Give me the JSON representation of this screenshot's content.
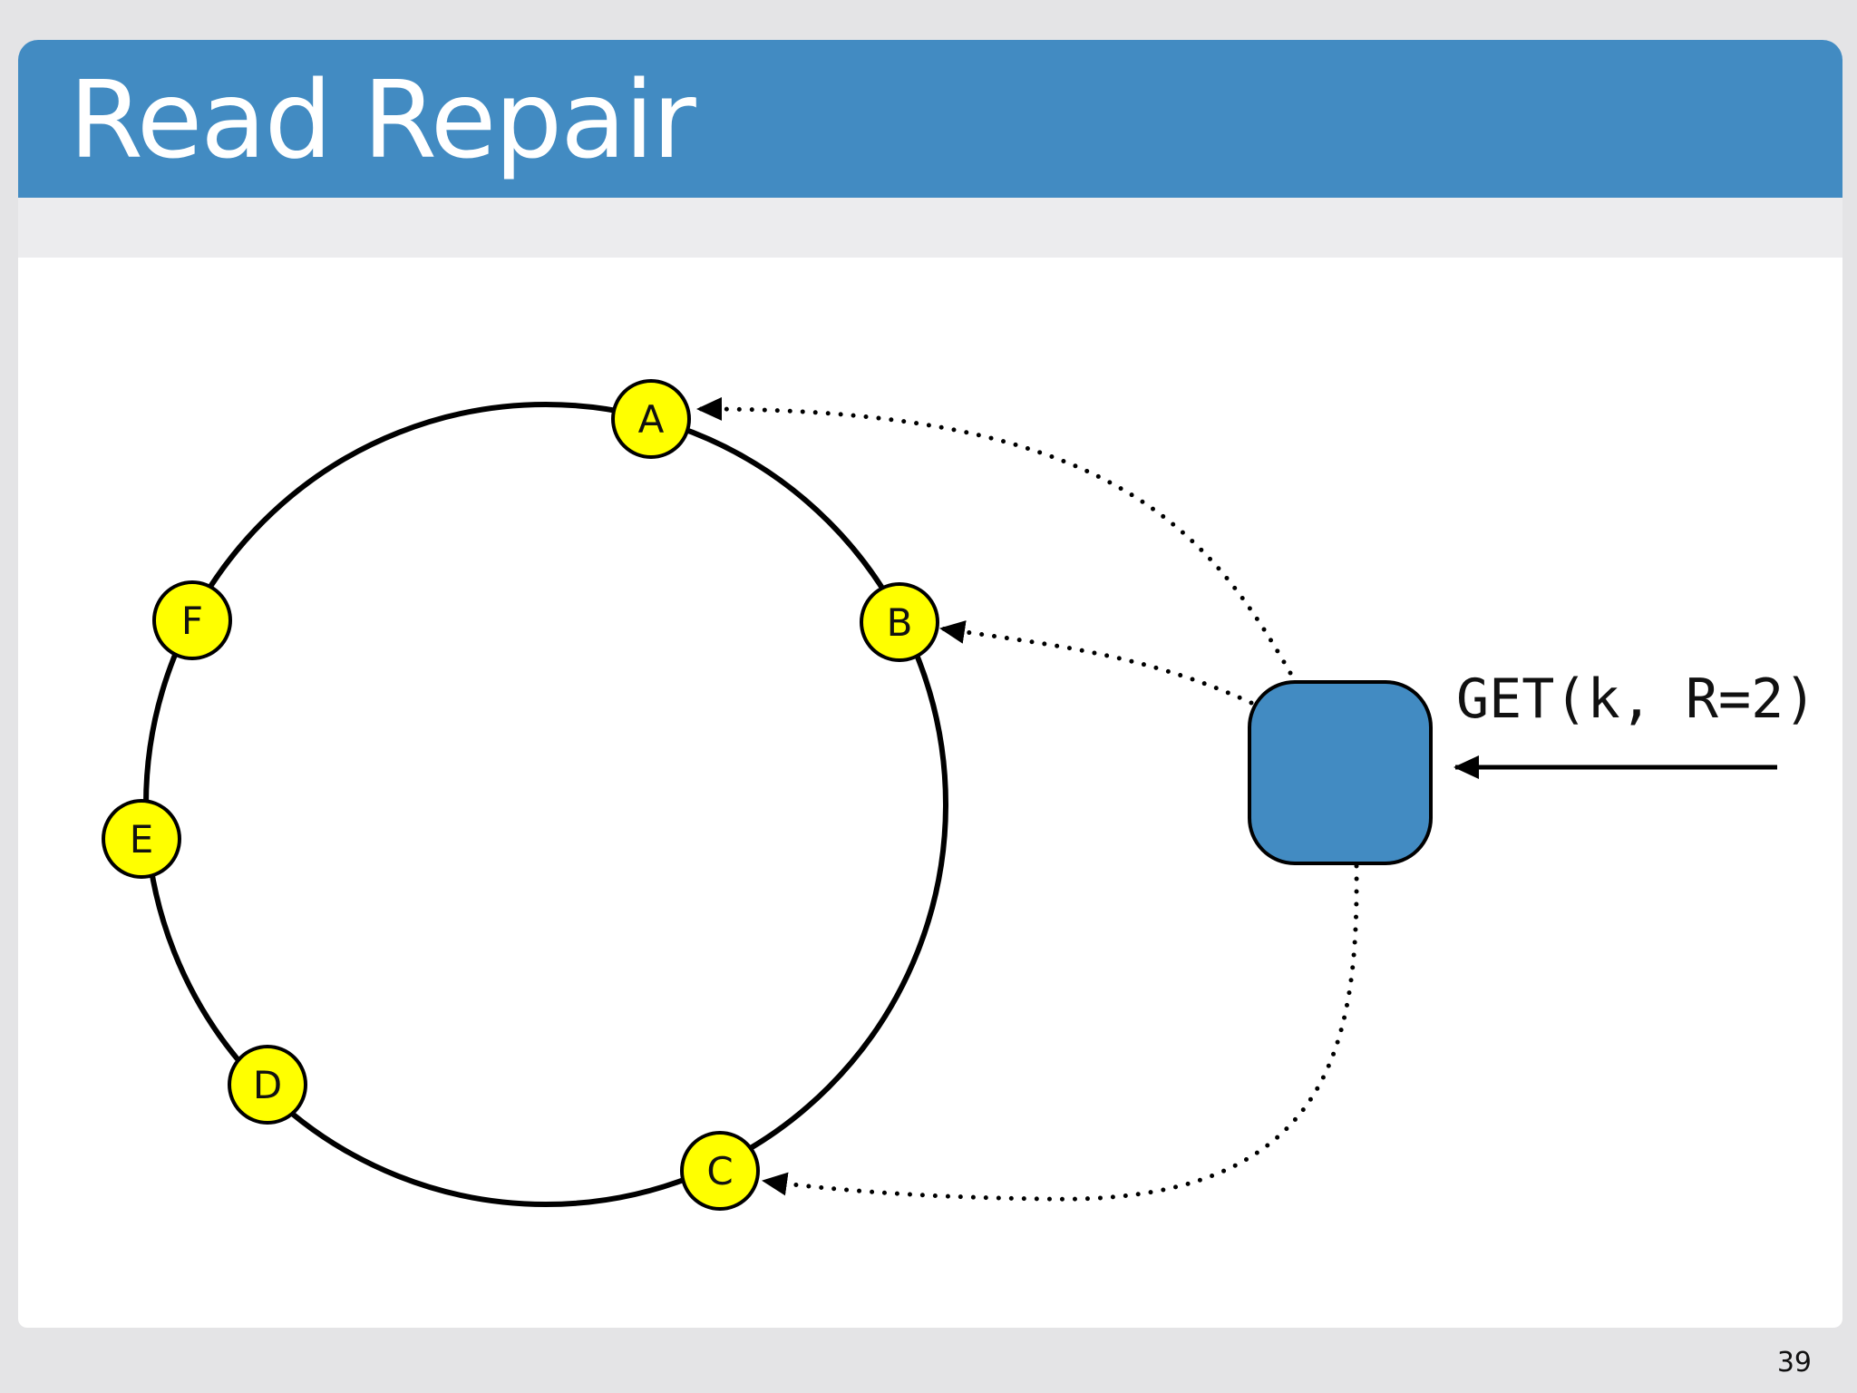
{
  "slide": {
    "title": "Read Repair",
    "page_number": "39"
  },
  "diagram": {
    "ring_nodes": [
      "A",
      "B",
      "C",
      "D",
      "E",
      "F"
    ],
    "request_label": "GET(k, R=2)",
    "coordinator_color": "#428bc2",
    "node_fill_color": "#ffff00",
    "title_bar_color": "#428bc2"
  }
}
